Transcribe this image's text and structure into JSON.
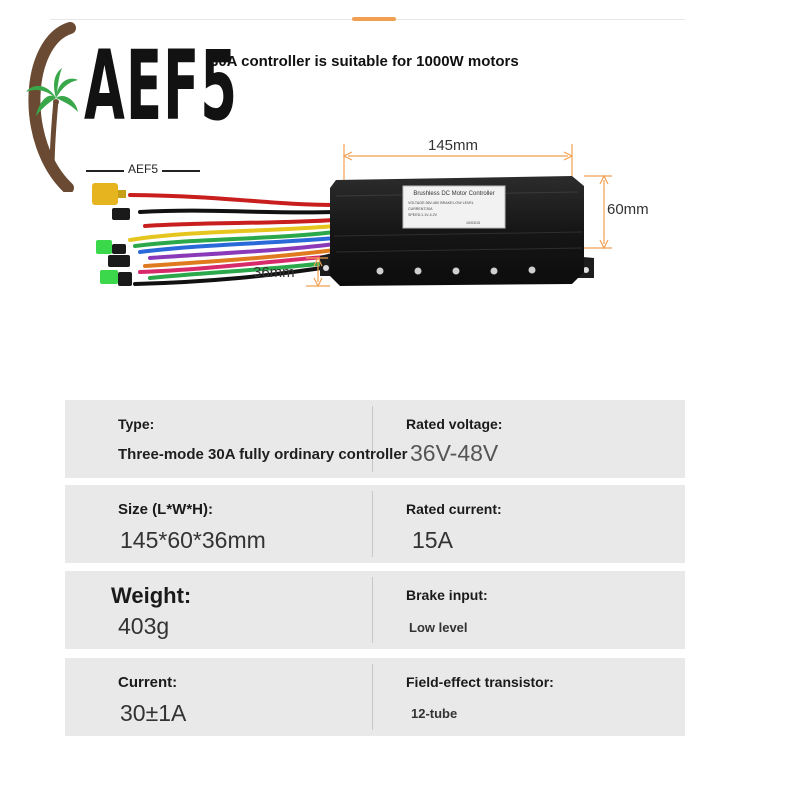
{
  "brand": {
    "logo_text": "AEF5",
    "logo_subtext": "AEF5"
  },
  "headline": "30A controller is suitable for 1000W motors",
  "product": {
    "label_lines": [
      "Brushless DC Motor Controller",
      "VOLTAGE:36V-48V  BRAKE:LOW LEVEL",
      "CURRENT:30A",
      "SPEED:1.1V-4.2V",
      "10/03/15"
    ],
    "dimensions": {
      "length": "145mm",
      "width": "60mm",
      "height": "36mm"
    }
  },
  "specs": [
    {
      "left_label": "Type:",
      "left_value": "Three-mode 30A fully ordinary controller",
      "right_label": "Rated voltage:",
      "right_value": "36V-48V"
    },
    {
      "left_label": "Size (L*W*H):",
      "left_value": "145*60*36mm",
      "right_label": "Rated current:",
      "right_value": "15A"
    },
    {
      "left_label": "Weight:",
      "left_value": "403g",
      "right_label": "Brake input:",
      "right_value": "Low level"
    },
    {
      "left_label": "Current:",
      "left_value": "30±1A",
      "right_label": "Field-effect transistor:",
      "right_value": "12-tube"
    }
  ],
  "colors": {
    "accent": "#f0a050",
    "logo_brown": "#6a4a32",
    "palm_green": "#3aa84a",
    "row_background": "#e9e9e9",
    "controller_body": "#1b1b1b",
    "dimension_lines": "#f0a050"
  }
}
